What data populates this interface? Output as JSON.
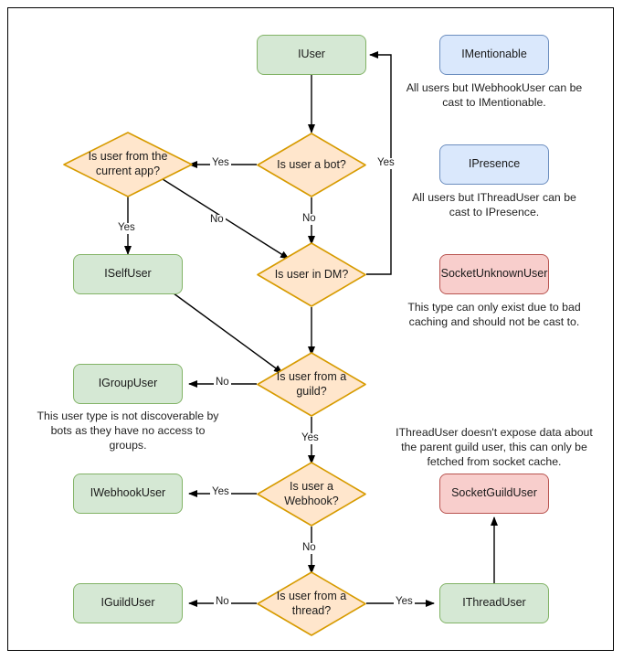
{
  "diagram": {
    "title": "Discord.Net user type casting flowchart",
    "colors": {
      "green_fill": "#d5e8d4",
      "green_border": "#82b366",
      "blue_fill": "#dae8fc",
      "blue_border": "#6c8ebf",
      "red_fill": "#f8cecc",
      "red_border": "#b85450",
      "orange_fill": "#ffe6cc",
      "orange_border": "#d79b00",
      "edge": "#000000",
      "frame_border": "#000000"
    },
    "nodes": {
      "iuser": "IUser",
      "is_user_a_bot": "Is user a bot?",
      "is_user_from_current_app": "Is user from the current app?",
      "iselfuser": "ISelfUser",
      "is_user_in_dm": "Is user in DM?",
      "igroupuser": "IGroupUser",
      "is_user_from_a_guild": "Is user from a guild?",
      "iwebhookuser": "IWebhookUser",
      "is_user_a_webhook": "Is user a Webhook?",
      "iguilduser": "IGuildUser",
      "is_user_from_a_thread": "Is user from a thread?",
      "ithreaduser": "IThreadUser",
      "imentionable": "IMentionable",
      "ipresence": "IPresence",
      "socketunknownuser": "SocketUnknownUser",
      "socketguilduser": "SocketGuildUser"
    },
    "edge_labels": {
      "bot_yes_to_current_app": "Yes",
      "bot_yes_back_to_iuser": "Yes",
      "bot_no_to_dm": "No",
      "current_app_yes_to_selfuser": "Yes",
      "current_app_no_to_dm": "No",
      "guild_no_to_groupuser": "No",
      "guild_yes_to_webhook": "Yes",
      "webhook_yes_to_iwebhookuser": "Yes",
      "webhook_no_to_thread": "No",
      "thread_no_to_iguilduser": "No",
      "thread_yes_to_ithreaduser": "Yes"
    },
    "notes": {
      "imentionable": "All users but IWebhookUser can be cast to IMentionable.",
      "ipresence": "All users but IThreadUser can be cast to IPresence.",
      "socketunknownuser": "This type can only exist due to bad caching and should not be cast to.",
      "igroupuser": "This user type is not discoverable by bots as they have no access to groups.",
      "socketguilduser": "IThreadUser doesn't expose data about the parent guild user, this can only be fetched from socket cache."
    }
  }
}
